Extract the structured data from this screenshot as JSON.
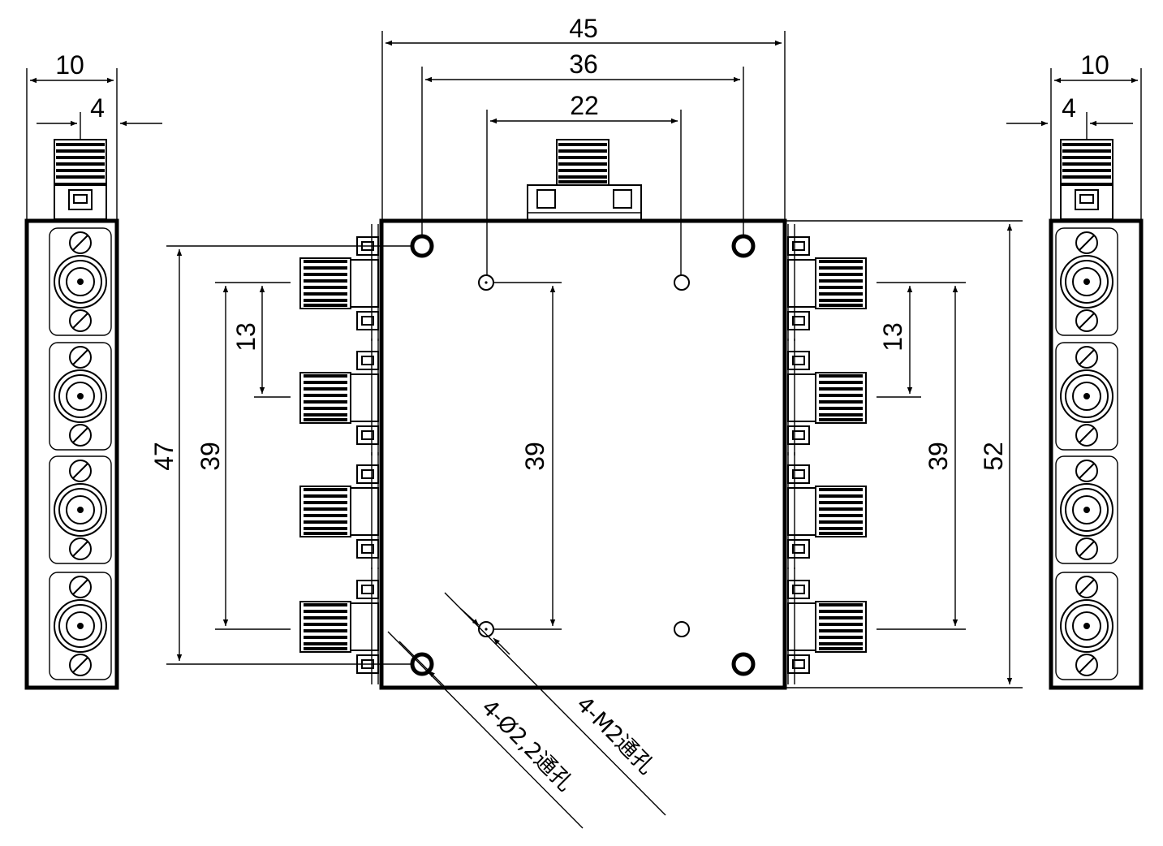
{
  "dimensions": {
    "top_overall": "45",
    "top_mount": "36",
    "top_small": "22",
    "left_overall": "47",
    "left_port_pitch": "13",
    "left_port_span": "39",
    "center_hole_span": "39",
    "right_port_pitch": "13",
    "right_port_span": "39",
    "right_overall": "52",
    "side_left_width": "10",
    "side_left_offset": "4",
    "side_right_width": "10",
    "side_right_offset": "4"
  },
  "notes": {
    "mount_holes": "4-Ø2,2通孔",
    "thread_holes": "4-M2通孔"
  },
  "colors": {
    "line": "#000000",
    "background": "#ffffff"
  }
}
